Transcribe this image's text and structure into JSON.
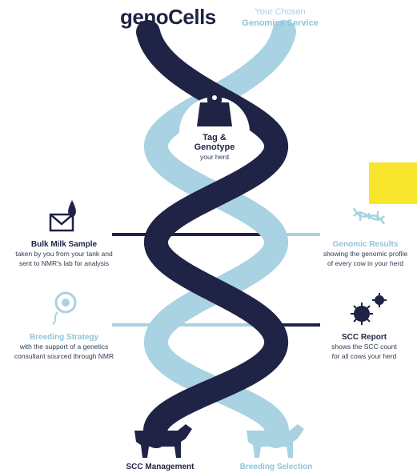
{
  "header": {
    "brand": "genoCells",
    "tagline_line1": "Your Chosen",
    "tagline_line2": "Genomics Service"
  },
  "steps": {
    "tag": {
      "title_line1": "Tag &",
      "title_line2": "Genotype",
      "desc": "your herd"
    },
    "bulk_milk": {
      "title": "Bulk Milk Sample",
      "desc_line1": "taken by you from your tank and",
      "desc_line2": "sent to NMR's lab for analysis"
    },
    "genomic_results": {
      "title": "Genomic Results",
      "desc_line1": "showing the genomic profile",
      "desc_line2": "of every cow in your herd"
    },
    "breeding_strategy": {
      "title": "Breeding Strategy",
      "desc_line1": "with the support of a genetics",
      "desc_line2": "consultant sourced through NMR"
    },
    "scc_report": {
      "title": "SCC Report",
      "desc_line1": "shows the SCC count",
      "desc_line2": "for all cows your herd"
    },
    "scc_management": {
      "title": "SCC Management"
    },
    "breeding_selection": {
      "title": "Breeding Selection"
    }
  },
  "colors": {
    "dark": "#1f2345",
    "light": "#a9d2e2",
    "accent_yellow": "#f7e62b"
  }
}
